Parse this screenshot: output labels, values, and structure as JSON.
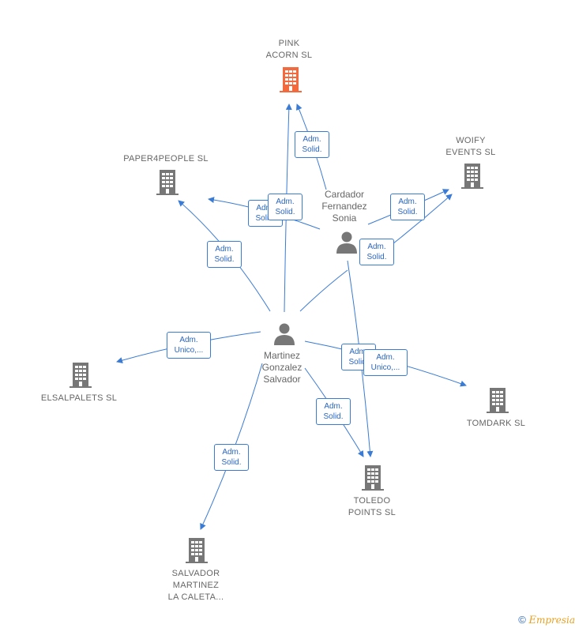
{
  "companies": {
    "pink_acorn": {
      "lines": [
        "PINK",
        "ACORN SL"
      ],
      "color": "#f26a3d"
    },
    "paper4people": {
      "lines": [
        "PAPER4PEOPLE SL"
      ],
      "color": "#777777"
    },
    "woify": {
      "lines": [
        "WOIFY",
        "EVENTS SL"
      ],
      "color": "#777777"
    },
    "elsalpalets": {
      "lines": [
        "ELSALPALETS SL"
      ],
      "color": "#777777"
    },
    "tomdark": {
      "lines": [
        "TOMDARK SL"
      ],
      "color": "#777777"
    },
    "toledo": {
      "lines": [
        "TOLEDO",
        "POINTS SL"
      ],
      "color": "#777777"
    },
    "salvador_caleta": {
      "lines": [
        "SALVADOR",
        "MARTINEZ",
        "LA CALETA..."
      ],
      "color": "#777777"
    }
  },
  "people": {
    "cardador": {
      "lines": [
        "Cardador",
        "Fernandez",
        "Sonia"
      ]
    },
    "martinez": {
      "lines": [
        "Martinez",
        "Gonzalez",
        "Salvador"
      ]
    }
  },
  "edge_labels": {
    "adm_solid": [
      "Adm.",
      "Solid."
    ],
    "adm_unico": [
      "Adm.",
      "Unico,..."
    ]
  },
  "edge_color": "#3a7bd5",
  "footer": {
    "copyright": "©",
    "brand_initial": "E",
    "brand_rest": "mpresia"
  }
}
